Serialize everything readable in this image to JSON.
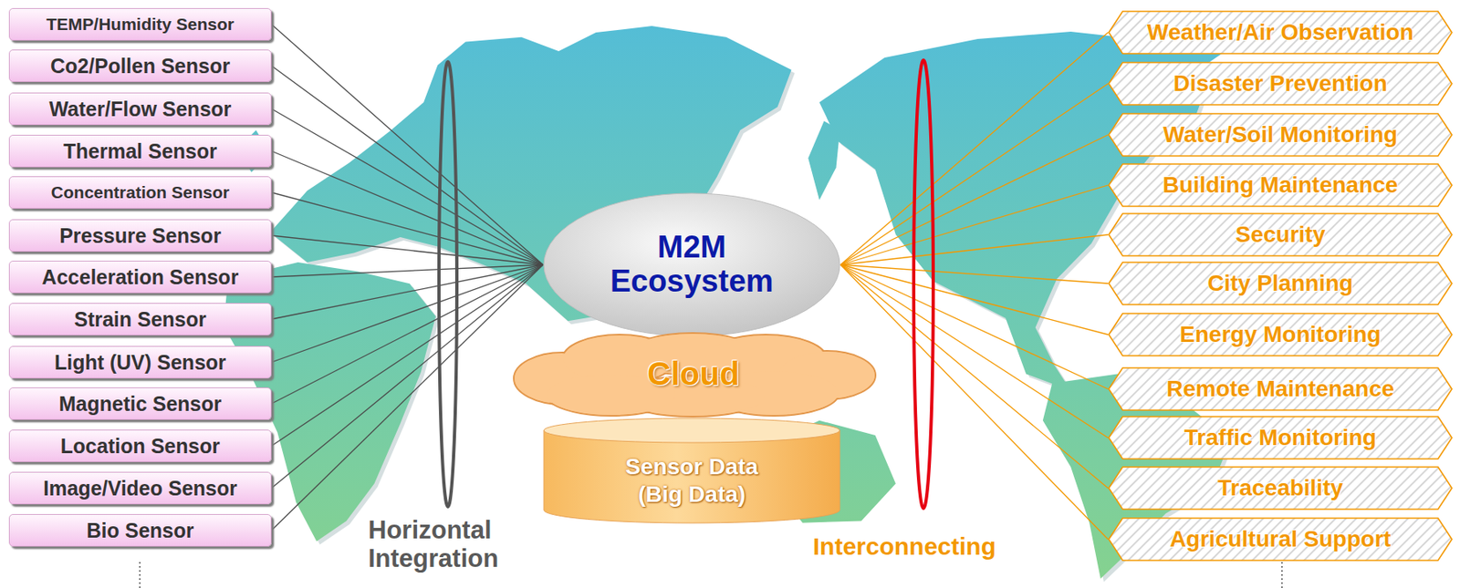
{
  "diagram": {
    "nodes": [
      {
        "text": [
          "TEMP/Humidity Sensor"
        ]
      },
      {
        "text": [
          "Co2/Pollen Sensor"
        ]
      },
      {
        "text": [
          "Water/Flow Sensor"
        ]
      },
      {
        "text": [
          "Thermal Sensor"
        ]
      },
      {
        "text": [
          "Concentration Sensor"
        ]
      },
      {
        "text": [
          "Pressure Sensor"
        ]
      },
      {
        "text": [
          "Acceleration Sensor"
        ]
      },
      {
        "text": [
          "Strain Sensor"
        ]
      },
      {
        "text": [
          "Light (UV) Sensor"
        ]
      },
      {
        "text": [
          "Magnetic Sensor"
        ]
      },
      {
        "text": [
          "Location Sensor"
        ]
      },
      {
        "text": [
          "Image/Video Sensor"
        ]
      },
      {
        "text": [
          "Bio Sensor"
        ]
      },
      {
        "text": [
          "M2M Ecosystem"
        ]
      },
      {
        "text": [
          "Cloud"
        ]
      },
      {
        "text": [
          "Sensor Data (Big Data)"
        ]
      },
      {
        "text": [
          "Weather/Air Observation"
        ]
      },
      {
        "text": [
          "Disaster Prevention"
        ]
      },
      {
        "text": [
          "Water/Soil Monitoring"
        ]
      },
      {
        "text": [
          "Building Maintenance"
        ]
      },
      {
        "text": [
          "Security"
        ]
      },
      {
        "text": [
          "City Planning"
        ]
      },
      {
        "text": [
          "Energy Monitoring"
        ]
      },
      {
        "text": [
          "Remote Maintenance"
        ]
      },
      {
        "text": [
          "Traffic Monitoring"
        ]
      },
      {
        "text": [
          "Traceability"
        ]
      },
      {
        "text": [
          "Agricultural Support"
        ]
      }
    ],
    "edges": [
      {
        "from": 0,
        "to": 13,
        "arrow": "none"
      },
      {
        "from": 1,
        "to": 13,
        "arrow": "none"
      },
      {
        "from": 2,
        "to": 13,
        "arrow": "none"
      },
      {
        "from": 3,
        "to": 13,
        "arrow": "none"
      },
      {
        "from": 4,
        "to": 13,
        "arrow": "none"
      },
      {
        "from": 5,
        "to": 13,
        "arrow": "none"
      },
      {
        "from": 6,
        "to": 13,
        "arrow": "none"
      },
      {
        "from": 7,
        "to": 13,
        "arrow": "none"
      },
      {
        "from": 8,
        "to": 13,
        "arrow": "none"
      },
      {
        "from": 9,
        "to": 13,
        "arrow": "none"
      },
      {
        "from": 10,
        "to": 13,
        "arrow": "none"
      },
      {
        "from": 11,
        "to": 13,
        "arrow": "none"
      },
      {
        "from": 12,
        "to": 13,
        "arrow": "none"
      },
      {
        "from": 13,
        "to": 16,
        "arrow": "none"
      },
      {
        "from": 13,
        "to": 17,
        "arrow": "none"
      },
      {
        "from": 13,
        "to": 18,
        "arrow": "none"
      },
      {
        "from": 13,
        "to": 19,
        "arrow": "none"
      },
      {
        "from": 13,
        "to": 20,
        "arrow": "none"
      },
      {
        "from": 13,
        "to": 21,
        "arrow": "none"
      },
      {
        "from": 13,
        "to": 22,
        "arrow": "none"
      },
      {
        "from": 13,
        "to": 23,
        "arrow": "none"
      },
      {
        "from": 13,
        "to": 24,
        "arrow": "none"
      },
      {
        "from": 13,
        "to": 25,
        "arrow": "none"
      },
      {
        "from": 13,
        "to": 26,
        "arrow": "none"
      }
    ],
    "labels": [
      "Horizontal Integration",
      "Interconnecting"
    ]
  }
}
